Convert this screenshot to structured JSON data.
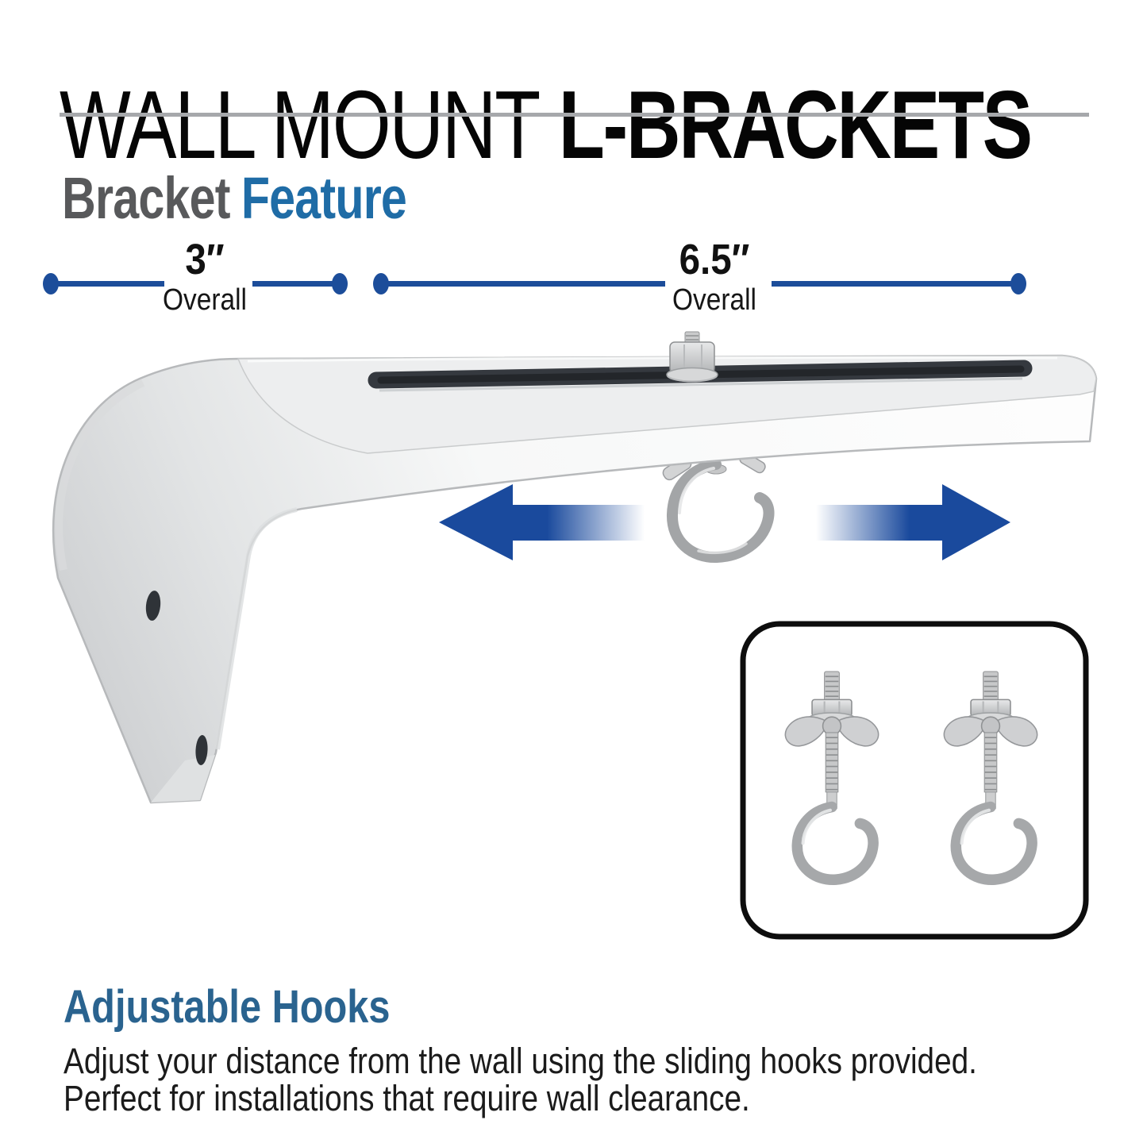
{
  "header": {
    "title_regular": "WALL MOUNT",
    "title_bold": "L-BRACKETS",
    "section_gray": "Bracket",
    "section_blue": "Feature"
  },
  "dimensions": {
    "left_value": "3″",
    "left_label": "Overall",
    "right_value": "6.5″",
    "right_label": "Overall"
  },
  "feature": {
    "heading": "Adjustable Hooks",
    "body_line1": "Adjust your distance from the wall using the sliding hooks provided.",
    "body_line2": "Perfect for installations that require wall clearance."
  },
  "illustration": {
    "bracket": "white-l-bracket-with-sliding-slot",
    "hardware": [
      "hex-bolt",
      "wing-nut-tabs",
      "ceiling-hook"
    ],
    "arrows": [
      "slide-left-arrow",
      "slide-right-arrow"
    ],
    "inset": [
      "wing-nut-hook",
      "wing-nut-hook"
    ]
  },
  "colors": {
    "arrow_blue": "#1a4a9d",
    "dimension_blue": "#1c4d9a",
    "feature_blue": "#1f6ca6",
    "heading_blue": "#2a638f",
    "label_gray": "#58595b",
    "rule_gray": "#a6a8ab",
    "text_black": "#1b1b1b"
  }
}
